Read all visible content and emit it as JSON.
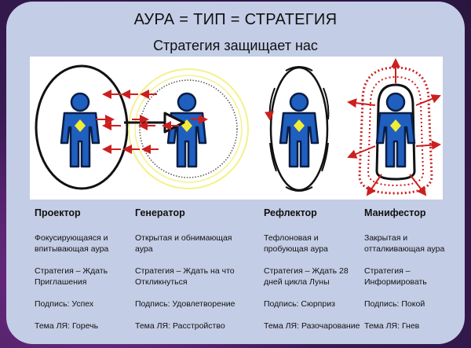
{
  "title": "АУРА = ТИП = СТРАТЕГИЯ",
  "subtitle": "Стратегия защищает нас",
  "colors": {
    "figure": "#1f5fbf",
    "figure_outline": "#0a1d44",
    "heart": "#f2ec37",
    "arrows": "#cc1f1f",
    "card": "#c4cde6"
  },
  "types": [
    {
      "name": "Проектор",
      "aura": "Фокусирующаяся и впитывающая аура",
      "strategy": "Стратегия – Ждать Приглашения",
      "signature": "Подпись: Успех",
      "not_self": "Тема ЛЯ: Горечь"
    },
    {
      "name": "Генератор",
      "aura": "Открытая и обнимающая аура",
      "strategy": "Стратегия – Ждать на что Откликнуться",
      "signature": "Подпись: Удовлетворение",
      "not_self": "Тема ЛЯ: Расстройство"
    },
    {
      "name": "Рефлектор",
      "aura": "Тефлоновая и пробующая аура",
      "strategy": "Стратегия – Ждать 28 дней цикла Луны",
      "signature": "Подпись: Сюрприз",
      "not_self": "Тема ЛЯ: Разочарование"
    },
    {
      "name": "Манифестор",
      "aura": "Закрытая и отталкивающая аура",
      "strategy": "Стратегия – Информировать",
      "signature": "Подпись: Покой",
      "not_self": "Тема ЛЯ: Гнев"
    }
  ]
}
